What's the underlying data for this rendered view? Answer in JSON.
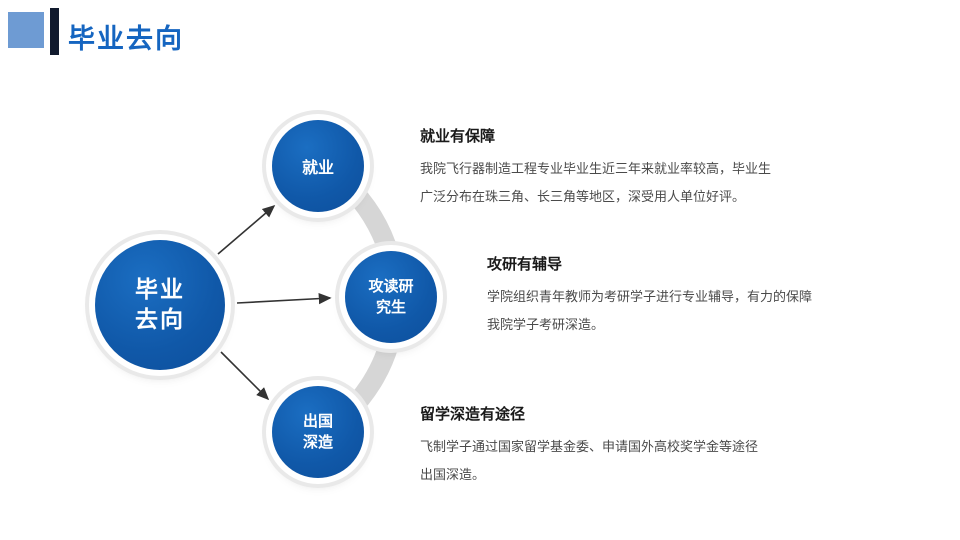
{
  "slide": {
    "title": "毕业去向",
    "background": "#ffffff",
    "colors": {
      "title_blue": "#1565c0",
      "accent_square_blue": "#6e9bd3",
      "accent_bar_navy": "#111a2e",
      "node_blue": "#1058a8",
      "arc_gray": "#d6d6d6",
      "arrow_dark": "#333333"
    }
  },
  "diagram": {
    "center_node": {
      "label": "毕业\n去向"
    },
    "nodes": [
      {
        "label": "就业"
      },
      {
        "label": "攻读研\n究生"
      },
      {
        "label": "出国\n深造"
      }
    ]
  },
  "sections": [
    {
      "heading": "就业有保障",
      "body": "我院飞行器制造工程专业毕业生近三年来就业率较高，毕业生\n广泛分布在珠三角、长三角等地区，深受用人单位好评。"
    },
    {
      "heading": "攻研有辅导",
      "body": "学院组织青年教师为考研学子进行专业辅导，有力的保障\n我院学子考研深造。"
    },
    {
      "heading": "留学深造有途径",
      "body": "飞制学子通过国家留学基金委、申请国外高校奖学金等途径\n出国深造。"
    }
  ]
}
